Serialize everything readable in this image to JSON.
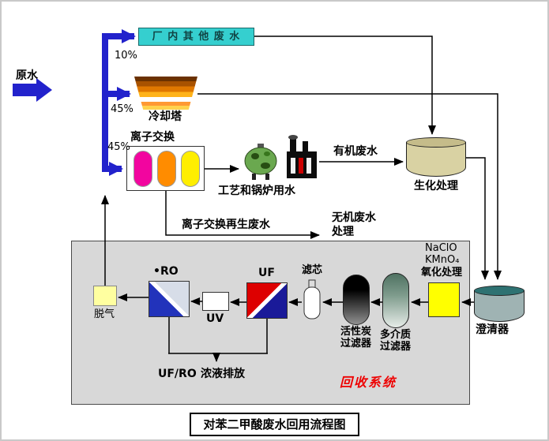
{
  "diagram": {
    "title": "对苯二甲酸废水回用流程图",
    "raw_water": "原水",
    "splits": {
      "other": "10%",
      "cooling": "45%",
      "ion": "45%"
    },
    "units": {
      "factory_other_wastewater": "厂 内 其 他 废 水",
      "cooling_tower": "冷却塔",
      "ion_exchange": "离子交换",
      "process_boiler_water": "工艺和锅炉用水",
      "organic_wastewater": "有机废水",
      "biochemical_treatment": "生化处理",
      "ion_exchange_regen_wastewater": "离子交换再生废水",
      "inorganic_wastewater_line1": "无机废水",
      "inorganic_wastewater_line2": "处理",
      "clarifier": "澄清器",
      "oxidant_line1": "NaClO",
      "oxidant_line2": "KMnO₄",
      "oxidation_treatment": "氧化处理",
      "multimedia_filter_line1": "多介质",
      "multimedia_filter_line2": "过滤器",
      "carbon_filter_line1": "活性炭",
      "carbon_filter_line2": "过滤器",
      "filter_cartridge": "滤芯",
      "uf": "UF",
      "uv": "UV",
      "ro": "•RO",
      "degas": "脱气",
      "ufro": "UF/RO",
      "concentrate_discharge": "浓液排放",
      "recovery_system": "回收系统"
    },
    "colors": {
      "flow_arrow_blue": "#2222cc",
      "recovery_text_red": "#ee0000",
      "oxidation_box_yellow": "#ffff00",
      "other_wastewater_cyan": "#35cfcf",
      "recovery_box_gray": "#d8d8d8"
    }
  }
}
